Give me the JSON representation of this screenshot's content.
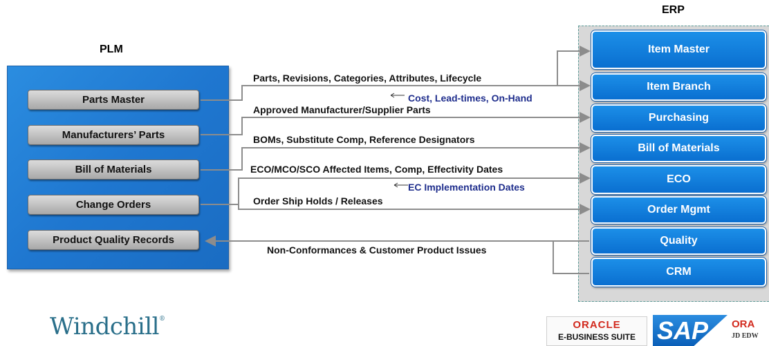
{
  "headings": {
    "plm": "PLM",
    "erp": "ERP"
  },
  "plm_items": [
    "Parts Master",
    "Manufacturers’ Parts",
    "Bill of Materials",
    "Change Orders",
    "Product Quality Records"
  ],
  "erp_items": [
    "Item Master",
    "Item Branch",
    "Purchasing",
    "Bill of Materials",
    "ECO",
    "Order Mgmt",
    "Quality",
    "CRM"
  ],
  "flows": {
    "parts": "Parts, Revisions, Categories, Attributes, Lifecycle",
    "cost": "Cost, Lead-times, On-Hand",
    "approved": "Approved Manufacturer/Supplier Parts",
    "boms": "BOMs, Substitute Comp, Reference Designators",
    "eco": "ECO/MCO/SCO Affected Items, Comp, Effectivity Dates",
    "ec_dates": "EC Implementation Dates",
    "order": "Order Ship Holds / Releases",
    "nonconf": "Non-Conformances & Customer Product Issues"
  },
  "logos": {
    "windchill": "Windchill",
    "oracle": "ORACLE",
    "ebs": "E-BUSINESS SUITE",
    "sap": "SAP",
    "oracle_jde": "ORA",
    "jde": "JD EDW"
  },
  "colors": {
    "plm_panel": "#1f77d0",
    "erp_item": "#0a6fd0",
    "erp_panel": "#d8d8d8",
    "connector": "#8c8c8c",
    "return_text": "#1e2d8c"
  }
}
